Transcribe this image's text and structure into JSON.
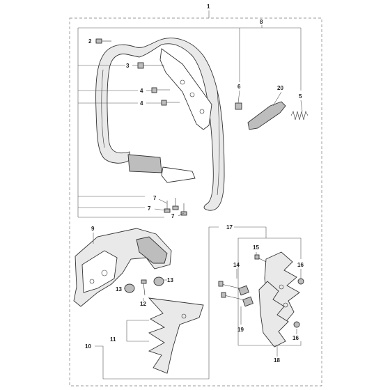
{
  "callouts": {
    "c1": "1",
    "c2": "2",
    "c3": "3",
    "c4a": "4",
    "c4b": "4",
    "c5": "5",
    "c6": "6",
    "c7a": "7",
    "c7b": "7",
    "c7c": "7",
    "c8": "8",
    "c9": "9",
    "c10": "10",
    "c11": "11",
    "c12": "12",
    "c13a": "13",
    "c13b": "13",
    "c14": "14",
    "c15": "15",
    "c16a": "16",
    "c16b": "16",
    "c17": "17",
    "c18": "18",
    "c19": "19",
    "c20": "20"
  },
  "icons": {
    "handle": "front-handle-icon",
    "guard": "hand-guard-icon",
    "spike": "bumper-spike-icon"
  },
  "colors": {
    "line": "#333333",
    "fill_light": "#e9e9e9",
    "fill_dark": "#bdbdbd"
  }
}
